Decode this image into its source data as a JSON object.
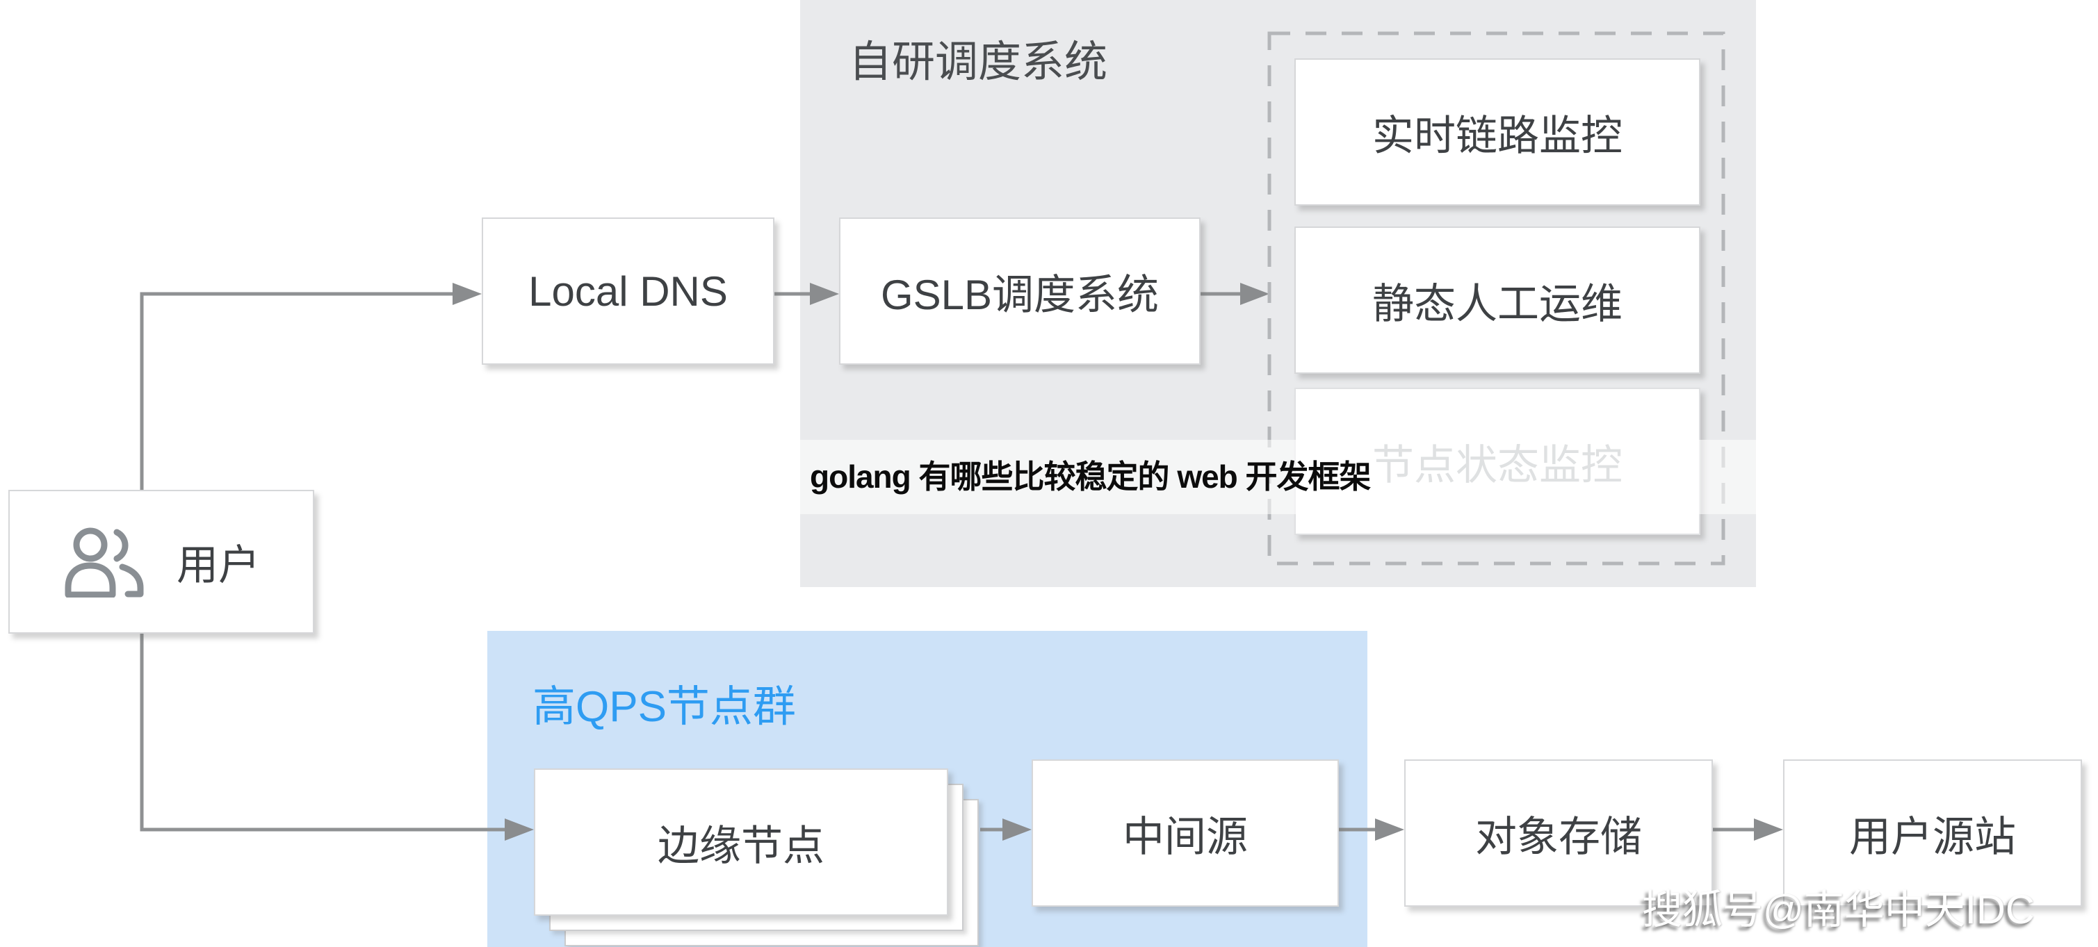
{
  "user_box": {
    "label": "用户",
    "icon": "users-icon"
  },
  "local_dns": {
    "label": "Local DNS"
  },
  "scheduler_panel": {
    "title": "自研调度系统",
    "gslb_label": "GSLB调度系统",
    "monitors": [
      {
        "label": "实时链路监控",
        "state": "normal"
      },
      {
        "label": "静态人工运维",
        "state": "normal"
      },
      {
        "label": "节点状态监控",
        "state": "disabled"
      }
    ]
  },
  "overlay_text": {
    "label": "golang 有哪些比较稳定的 web 开发框架"
  },
  "qps_panel": {
    "title": "高QPS节点群",
    "edge_node_label": "边缘节点",
    "stacked_copies": 3
  },
  "middle_source": {
    "label": "中间源"
  },
  "object_storage": {
    "label": "对象存储"
  },
  "origin_site": {
    "label": "用户源站"
  },
  "watermark": {
    "label": "搜狐号@南华中天IDC"
  },
  "colors": {
    "scheduler_panel_bg": "#e9eaec",
    "qps_panel_bg": "#cde2f8",
    "qps_title_blue": "#2e9cf2",
    "box_text": "#3e4144",
    "disabled_text": "#b9bcbf",
    "arrow_gray": "#8f9193",
    "overlay_text_black": "#0c0c0c",
    "watermark_white": "#ffffff"
  }
}
